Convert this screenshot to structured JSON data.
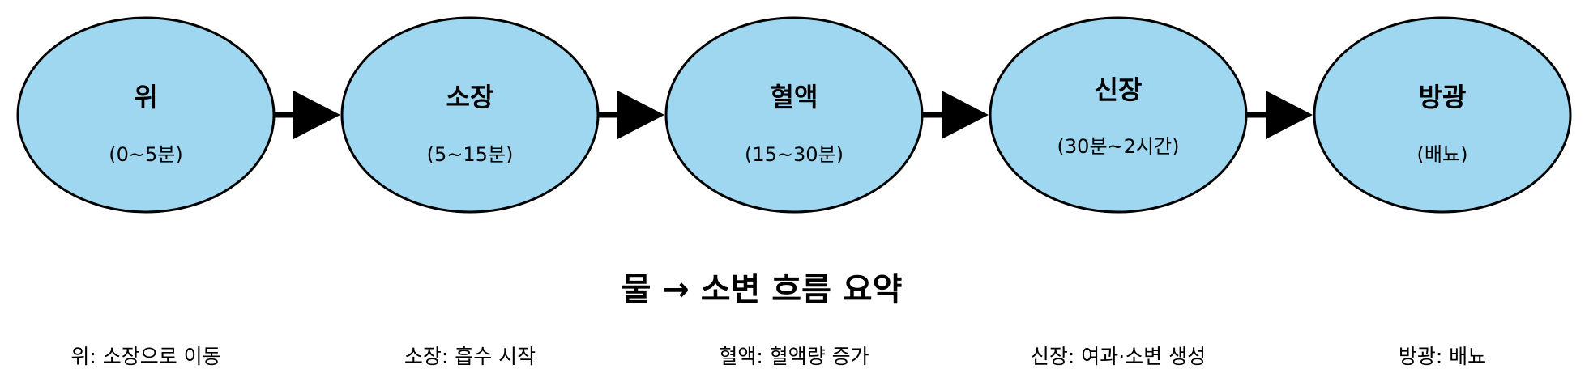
{
  "colors": {
    "node_fill": "#9fd7f0",
    "stroke": "#000000",
    "text": "#000000",
    "background": "#ffffff"
  },
  "nodes": [
    {
      "title": "위",
      "subtitle": "(0~5분)"
    },
    {
      "title": "소장",
      "subtitle": "(5~15분)"
    },
    {
      "title": "혈액",
      "subtitle": "(15~30분)"
    },
    {
      "title": "신장",
      "subtitle": "(30분~2시간)"
    },
    {
      "title": "방광",
      "subtitle": "(배뇨)"
    }
  ],
  "summary": {
    "title": "물 → 소변 흐름 요약",
    "items": [
      "위: 소장으로 이동",
      "소장: 흡수 시작",
      "혈액: 혈액량 증가",
      "신장: 여과·소변 생성",
      "방광: 배뇨"
    ]
  }
}
